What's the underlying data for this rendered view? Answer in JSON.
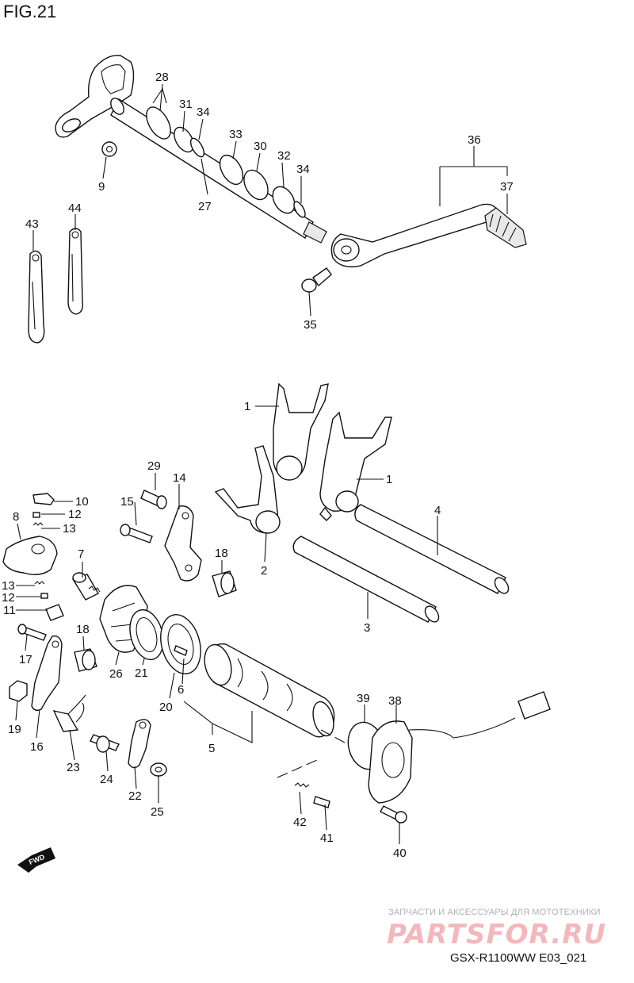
{
  "figure": {
    "title": "FIG.21",
    "model_code": "GSX-R1100WW  E03_021",
    "fwd_label": "FWD"
  },
  "watermark": {
    "subtitle": "ЗАПЧАСТИ И АКСЕССУАРЫ ДЛЯ МОТОТЕХНИКИ",
    "logo": "PARTSFOR.RU"
  },
  "parts": [
    {
      "id": "part-1a",
      "label": "1"
    },
    {
      "id": "part-1b",
      "label": "1"
    },
    {
      "id": "part-2",
      "label": "2"
    },
    {
      "id": "part-3",
      "label": "3"
    },
    {
      "id": "part-4",
      "label": "4"
    },
    {
      "id": "part-5",
      "label": "5"
    },
    {
      "id": "part-6",
      "label": "6"
    },
    {
      "id": "part-7",
      "label": "7"
    },
    {
      "id": "part-8",
      "label": "8"
    },
    {
      "id": "part-9",
      "label": "9"
    },
    {
      "id": "part-10",
      "label": "10"
    },
    {
      "id": "part-11",
      "label": "11"
    },
    {
      "id": "part-12a",
      "label": "12"
    },
    {
      "id": "part-12b",
      "label": "12"
    },
    {
      "id": "part-13a",
      "label": "13"
    },
    {
      "id": "part-13b",
      "label": "13"
    },
    {
      "id": "part-14",
      "label": "14"
    },
    {
      "id": "part-15",
      "label": "15"
    },
    {
      "id": "part-16",
      "label": "16"
    },
    {
      "id": "part-17",
      "label": "17"
    },
    {
      "id": "part-18a",
      "label": "18"
    },
    {
      "id": "part-18b",
      "label": "18"
    },
    {
      "id": "part-19",
      "label": "19"
    },
    {
      "id": "part-20",
      "label": "20"
    },
    {
      "id": "part-21",
      "label": "21"
    },
    {
      "id": "part-22",
      "label": "22"
    },
    {
      "id": "part-23",
      "label": "23"
    },
    {
      "id": "part-24",
      "label": "24"
    },
    {
      "id": "part-25",
      "label": "25"
    },
    {
      "id": "part-26",
      "label": "26"
    },
    {
      "id": "part-27",
      "label": "27"
    },
    {
      "id": "part-28",
      "label": "28"
    },
    {
      "id": "part-29",
      "label": "29"
    },
    {
      "id": "part-30",
      "label": "30"
    },
    {
      "id": "part-31",
      "label": "31"
    },
    {
      "id": "part-32",
      "label": "32"
    },
    {
      "id": "part-33",
      "label": "33"
    },
    {
      "id": "part-34a",
      "label": "34"
    },
    {
      "id": "part-34b",
      "label": "34"
    },
    {
      "id": "part-35",
      "label": "35"
    },
    {
      "id": "part-36",
      "label": "36"
    },
    {
      "id": "part-37",
      "label": "37"
    },
    {
      "id": "part-38",
      "label": "38"
    },
    {
      "id": "part-39",
      "label": "39"
    },
    {
      "id": "part-40",
      "label": "40"
    },
    {
      "id": "part-41",
      "label": "41"
    },
    {
      "id": "part-42",
      "label": "42"
    },
    {
      "id": "part-43",
      "label": "43"
    },
    {
      "id": "part-44",
      "label": "44"
    }
  ]
}
